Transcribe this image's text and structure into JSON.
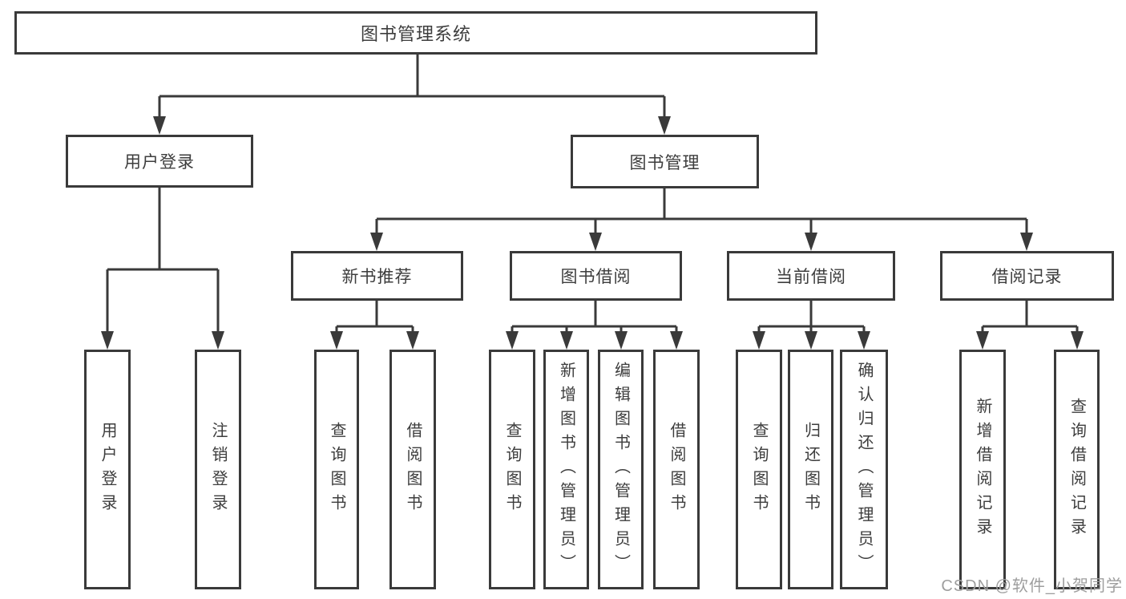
{
  "nodes": {
    "root": "图书管理系统",
    "userLogin": "用户登录",
    "bookMgmt": "图书管理",
    "newBookRec": "新书推荐",
    "bookBorrow": "图书借阅",
    "currentBorrow": "当前借阅",
    "borrowRecord": "借阅记录",
    "leafUserLogin": "用户登录",
    "leafLogout": "注销登录",
    "leafQueryBookA": "查询图书",
    "leafBorrowBookA": "借阅图书",
    "leafQueryBookB": "查询图书",
    "leafAddBook": "新增图书（管理员）",
    "leafEditBook": "编辑图书（管理员）",
    "leafBorrowBookB": "借阅图书",
    "leafQueryBookC": "查询图书",
    "leafReturnBook": "归还图书",
    "leafConfirmReturn": "确认归还（管理员）",
    "leafAddRecord": "新增借阅记录",
    "leafQueryRecord": "查询借阅记录"
  },
  "edges": [
    [
      "root",
      "userLogin"
    ],
    [
      "root",
      "bookMgmt"
    ],
    [
      "userLogin",
      "leafUserLogin"
    ],
    [
      "userLogin",
      "leafLogout"
    ],
    [
      "bookMgmt",
      "newBookRec"
    ],
    [
      "bookMgmt",
      "bookBorrow"
    ],
    [
      "bookMgmt",
      "currentBorrow"
    ],
    [
      "bookMgmt",
      "borrowRecord"
    ],
    [
      "newBookRec",
      "leafQueryBookA"
    ],
    [
      "newBookRec",
      "leafBorrowBookA"
    ],
    [
      "bookBorrow",
      "leafQueryBookB"
    ],
    [
      "bookBorrow",
      "leafAddBook"
    ],
    [
      "bookBorrow",
      "leafEditBook"
    ],
    [
      "bookBorrow",
      "leafBorrowBookB"
    ],
    [
      "currentBorrow",
      "leafQueryBookC"
    ],
    [
      "currentBorrow",
      "leafReturnBook"
    ],
    [
      "currentBorrow",
      "leafConfirmReturn"
    ],
    [
      "borrowRecord",
      "leafAddRecord"
    ],
    [
      "borrowRecord",
      "leafQueryRecord"
    ]
  ],
  "watermark": "CSDN @软件_小贺同学",
  "colors": {
    "line": "#3a3a3a",
    "text": "#3d3d3d",
    "background": "#ffffff",
    "watermark": "#9e9e9e"
  }
}
